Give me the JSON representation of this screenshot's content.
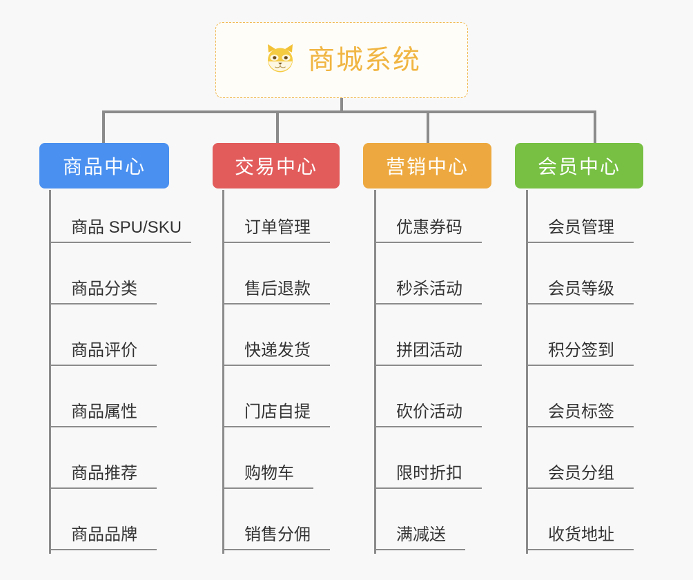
{
  "root": {
    "title": "商城系统",
    "icon": "shiba-dog-icon",
    "border_color": "#f0b952",
    "text_color": "#f0b542",
    "background": "#fffdf7"
  },
  "canvas": {
    "background": "#f8f8f8",
    "connector_color": "#8b8b8b"
  },
  "columns": [
    {
      "title": "商品中心",
      "color": "#4a90f0",
      "items": [
        "商品 SPU/SKU",
        "商品分类",
        "商品评价",
        "商品属性",
        "商品推荐",
        "商品品牌"
      ]
    },
    {
      "title": "交易中心",
      "color": "#e25c5c",
      "items": [
        "订单管理",
        "售后退款",
        "快递发货",
        "门店自提",
        "购物车",
        "销售分佣"
      ]
    },
    {
      "title": "营销中心",
      "color": "#eda93f",
      "items": [
        "优惠券码",
        "秒杀活动",
        "拼团活动",
        "砍价活动",
        "限时折扣",
        "满减送"
      ]
    },
    {
      "title": "会员中心",
      "color": "#77c043",
      "items": [
        "会员管理",
        "会员等级",
        "积分签到",
        "会员标签",
        "会员分组",
        "收货地址"
      ]
    }
  ]
}
